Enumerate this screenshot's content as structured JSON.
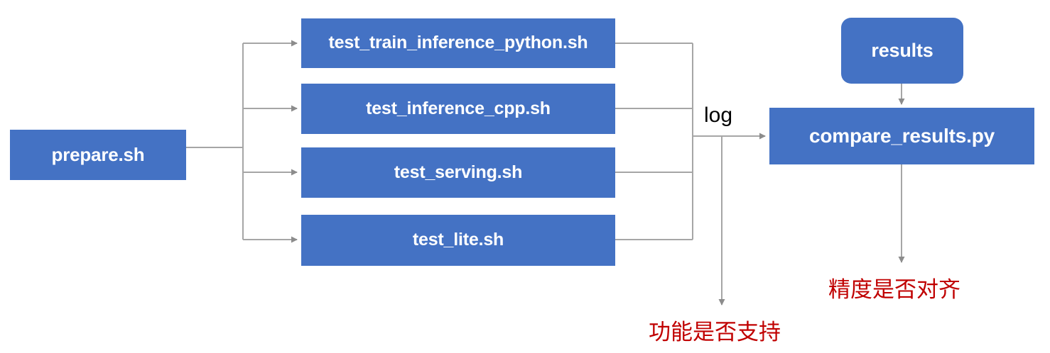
{
  "diagram": {
    "title": "PaddlePaddle TIPC test pipeline",
    "colors": {
      "node_fill": "#4472C4",
      "node_text": "#FFFFFF",
      "edge": "#A6A6A6",
      "annotation_red": "#C00000",
      "background": "#FFFFFF"
    },
    "nodes": {
      "prepare": "prepare.sh",
      "train_inference_python": "test_train_inference_python.sh",
      "inference_cpp": "test_inference_cpp.sh",
      "serving": "test_serving.sh",
      "lite": "test_lite.sh",
      "results": "results",
      "compare_results": "compare_results.py"
    },
    "edge_labels": {
      "log": "log"
    },
    "annotations": {
      "function_supported": "功能是否支持",
      "precision_aligned": "精度是否对齐"
    }
  }
}
